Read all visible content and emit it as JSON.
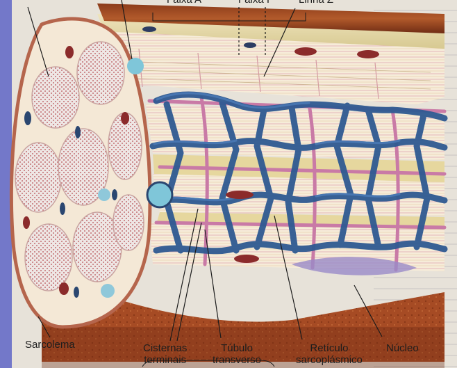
{
  "labels": {
    "faixa_a": "Faixa A",
    "faixa_i": "Faixa I",
    "linha_z": "Linha Z",
    "sarcolema": "Sarcolema",
    "cisternas_terminais": "Cisternas\nterminais",
    "tubulo_transverso": "Túbulo\ntransverso",
    "reticulo_sarcoplasmico": "Retículo\nsarcoplásmico",
    "nucleo": "Núcleo"
  },
  "colors": {
    "frame": "#7378c9",
    "reticulum": "#2f5a92",
    "t_tubule": "#c97aa6",
    "membrane": "#a04b25",
    "myofibril": "#f4ead7"
  }
}
